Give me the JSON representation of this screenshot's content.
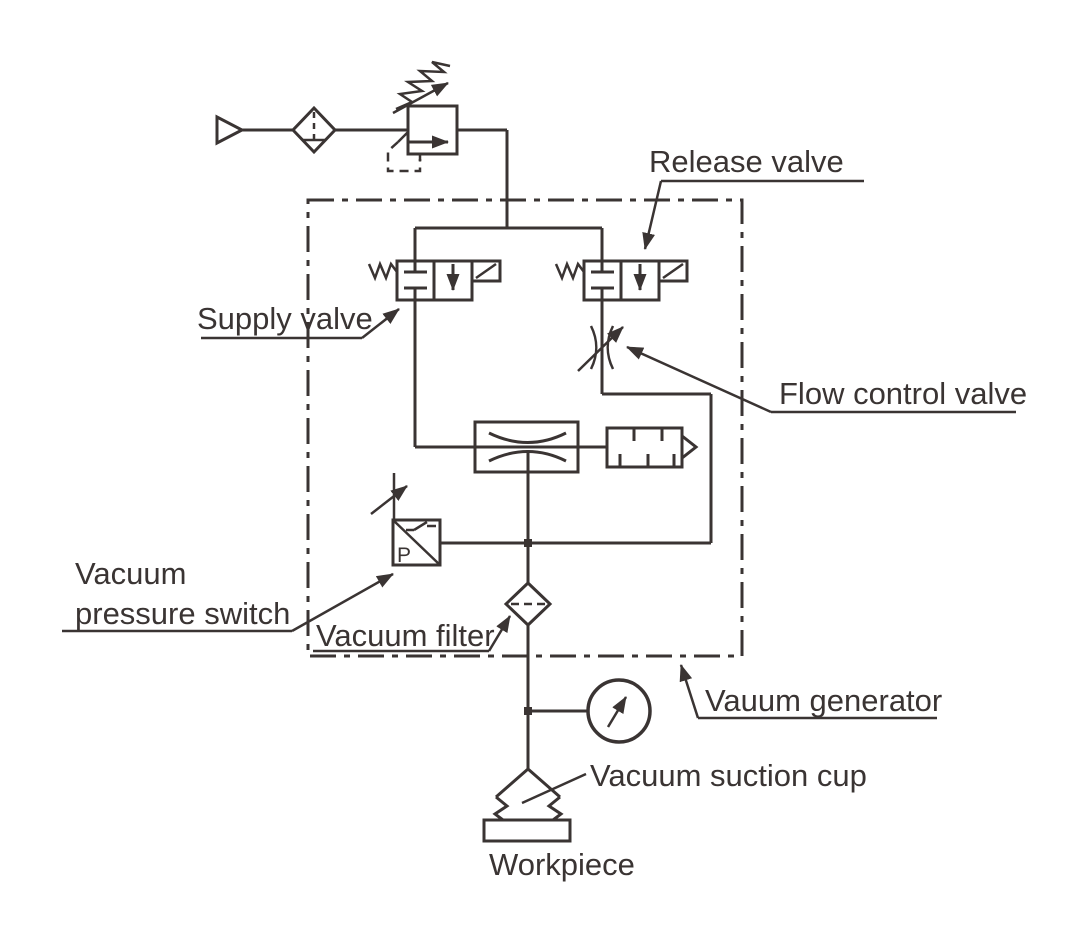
{
  "diagram": {
    "type": "pneumatic-vacuum-circuit",
    "background": "#ffffff",
    "line_color": "#3a3433",
    "labels": {
      "release_valve": "Release valve",
      "supply_valve": "Supply valve",
      "flow_control_valve": "Flow control valve",
      "vacuum_pressure_switch_line1": "Vacuum",
      "vacuum_pressure_switch_line2": "pressure switch",
      "vacuum_filter": "Vacuum filter",
      "vacuum_generator": "Vauum generator",
      "vacuum_suction_cup": "Vacuum suction cup",
      "workpiece": "Workpiece",
      "pressure_switch_port": "P"
    },
    "symbols": [
      "air-supply-icon",
      "inline-filter-icon",
      "pressure-regulator-icon",
      "supply-solenoid-valve-icon",
      "release-solenoid-valve-icon",
      "flow-control-valve-icon",
      "venturi-ejector-icon",
      "silencer-icon",
      "vacuum-pressure-switch-icon",
      "vacuum-filter-icon",
      "pressure-gauge-icon",
      "vacuum-suction-cup-icon",
      "workpiece-icon",
      "vacuum-generator-boundary"
    ]
  }
}
